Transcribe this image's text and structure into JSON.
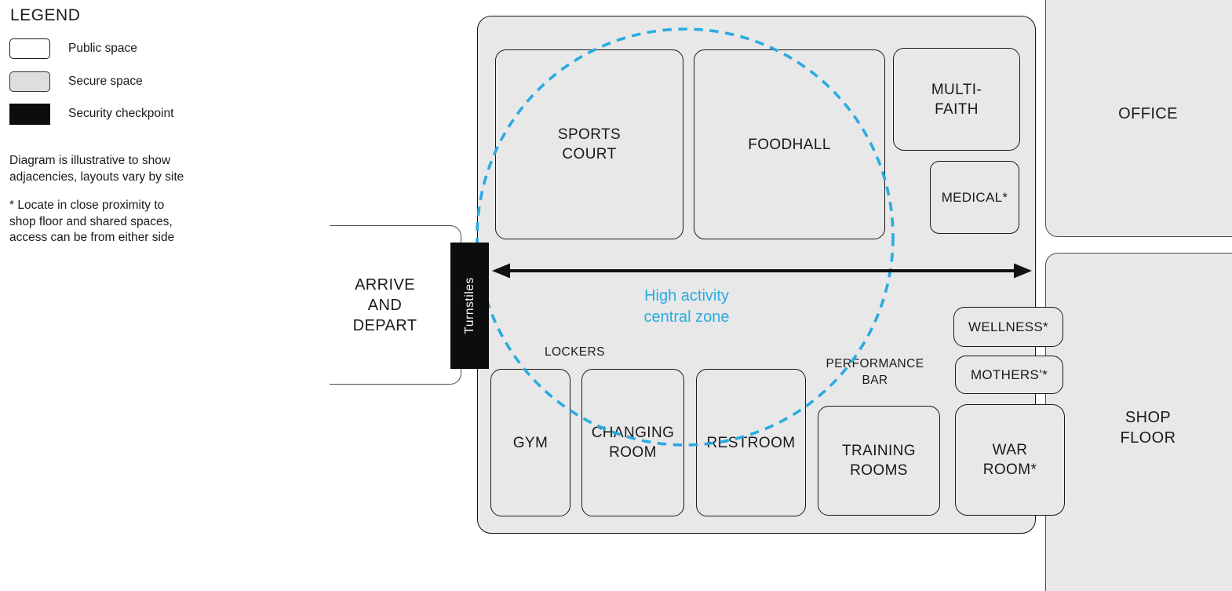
{
  "legend": {
    "title": "LEGEND",
    "items": [
      {
        "label": "Public space",
        "type": "public",
        "fill": "#FFFFFF"
      },
      {
        "label": "Secure space",
        "type": "secure",
        "fill": "#DEDEDE"
      },
      {
        "label": "Security checkpoint",
        "type": "checkpoint",
        "fill": "#0D0D0D"
      }
    ],
    "notes": [
      "Diagram is illustrative to show\nadjacencies, layouts vary by site",
      "* Locate in close proximity to\nshop floor and shared spaces,\naccess can be from either side"
    ]
  },
  "colors": {
    "secure_fill": "#E8E8E8",
    "public_fill": "#FFFFFF",
    "checkpoint_fill": "#0D0D0D",
    "highlight_blue": "#29ABE2",
    "arrow_black": "#111111"
  },
  "areas": {
    "arrive_depart": "ARRIVE\nAND\nDEPART",
    "office": "OFFICE",
    "shop_floor": "SHOP\nFLOOR"
  },
  "checkpoint": {
    "turnstiles": "Turnstiles"
  },
  "rooms": {
    "sports_court": "SPORTS\nCOURT",
    "foodhall": "FOODHALL",
    "multi_faith": "MULTI-\nFAITH",
    "medical": "MEDICAL*",
    "gym": "GYM",
    "changing_room": "CHANGING\nROOM",
    "restroom": "RESTROOM",
    "training_rooms": "TRAINING\nROOMS",
    "war_room": "WAR\nROOM*",
    "wellness": "WELLNESS*",
    "mothers": "MOTHERS’*"
  },
  "annotations": {
    "lockers": "LOCKERS",
    "performance_bar": "PERFORMANCE\nBAR",
    "high_activity_zone": "High activity\ncentral zone"
  }
}
